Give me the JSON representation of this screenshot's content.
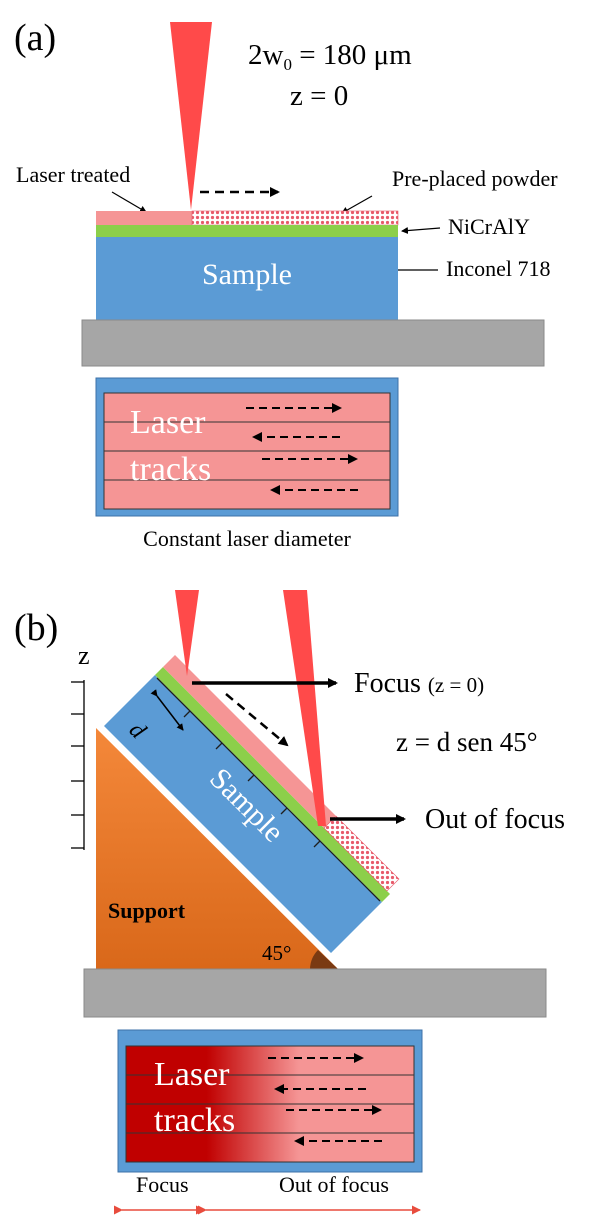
{
  "panel_a": {
    "label": "(a)",
    "beam_diameter_prefix": "2w",
    "beam_diameter_sub": "0",
    "beam_diameter_suffix": " = 180 μm",
    "z_value": "z = 0",
    "laser_treated_label": "Laser treated",
    "powder_label": "Pre-placed powder",
    "coating_label": "NiCrAlY",
    "sample_label": "Sample",
    "substrate_label": "Inconel 718",
    "tracks_word1": "Laser",
    "tracks_word2": "tracks",
    "caption": "Constant laser diameter"
  },
  "panel_b": {
    "label": "(b)",
    "z_axis_label": "z",
    "d_label": "d",
    "focus_label": "Focus",
    "focus_z": "(z = 0)",
    "equation": "z = d sen 45°",
    "out_of_focus_label": "Out of focus",
    "sample_label": "Sample",
    "support_label": "Support",
    "angle_label": "45°",
    "tracks_word1": "Laser",
    "tracks_word2": "tracks",
    "legend_focus": "Focus",
    "legend_out_of_focus": "Out of focus"
  },
  "colors": {
    "laser": "#ff4a4a",
    "treated": "#f59595",
    "coating": "#8ccf4a",
    "sample": "#5b9bd5",
    "stage": "#a6a6a6",
    "support_top": "#f4883a",
    "support_bottom": "#d9681a",
    "focus_track": "#c00000",
    "out_track": "#f59595",
    "legend_arrow": "#e84c3d"
  }
}
